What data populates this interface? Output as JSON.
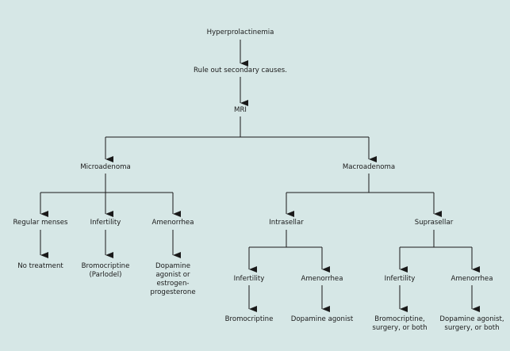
{
  "flowchart": {
    "root": "Hyperprolactinemia",
    "step1": "Rule out secondary causes.",
    "step2": "MRI",
    "micro": {
      "label": "Microadenoma",
      "regular_menses": "Regular menses",
      "no_treatment": "No treatment",
      "infertility": "Infertility",
      "bromocriptine_lines": [
        "Bromocriptine",
        "(Parlodel)"
      ],
      "amenorrhea": "Amenorrhea",
      "dopamine_lines": [
        "Dopamine",
        "agonist or",
        "estrogen-",
        "progesterone"
      ]
    },
    "macro": {
      "label": "Macroadenoma",
      "intrasellar": {
        "label": "Intrasellar",
        "infertility": "Infertility",
        "bromocriptine": "Bromocriptine",
        "amenorrhea": "Amenorrhea",
        "dopamine_agonist": "Dopamine agonist"
      },
      "suprasellar": {
        "label": "Suprasellar",
        "infertility": "Infertility",
        "infertility_tx_lines": [
          "Bromocriptine,",
          "surgery, or both"
        ],
        "amenorrhea": "Amenorrhea",
        "amenorrhea_tx_lines": [
          "Dopamine agonist,",
          "surgery, or both"
        ]
      }
    }
  }
}
